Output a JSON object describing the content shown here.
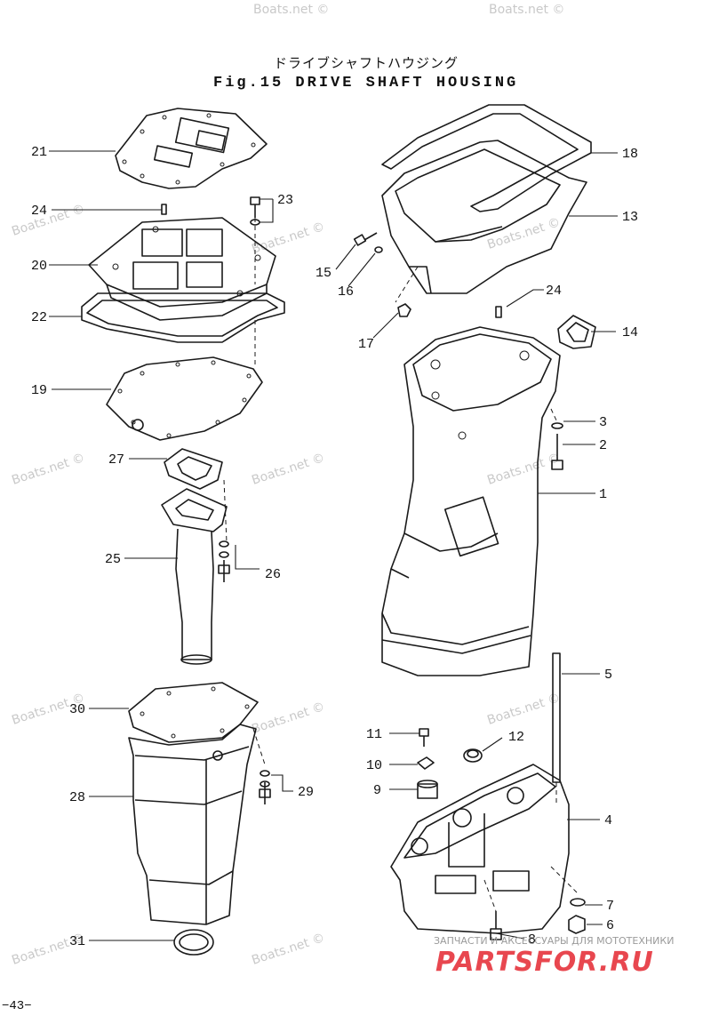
{
  "title": {
    "japanese": "ドライブシャフトハウジング",
    "english": "Fig.15 DRIVE SHAFT HOUSING"
  },
  "watermark": "Boats.net ©",
  "page_number": "−43−",
  "branding": {
    "tagline": "ЗАПЧАСТИ И АКСЕССУАРЫ ДЛЯ МОТОТЕХНИКИ",
    "logo_text": "PARTSFOR.RU"
  },
  "callouts": {
    "p1": "1",
    "p2": "2",
    "p3": "3",
    "p4": "4",
    "p5": "5",
    "p6": "6",
    "p7": "7",
    "p8": "8",
    "p9": "9",
    "p10": "10",
    "p11": "11",
    "p12": "12",
    "p13": "13",
    "p14": "14",
    "p15": "15",
    "p16": "16",
    "p17": "17",
    "p18": "18",
    "p19": "19",
    "p20": "20",
    "p21": "21",
    "p22": "22",
    "p23": "23",
    "p24a": "24",
    "p24b": "24",
    "p25": "25",
    "p26": "26",
    "p27": "27",
    "p28": "28",
    "p29": "29",
    "p30": "30",
    "p31": "31"
  }
}
